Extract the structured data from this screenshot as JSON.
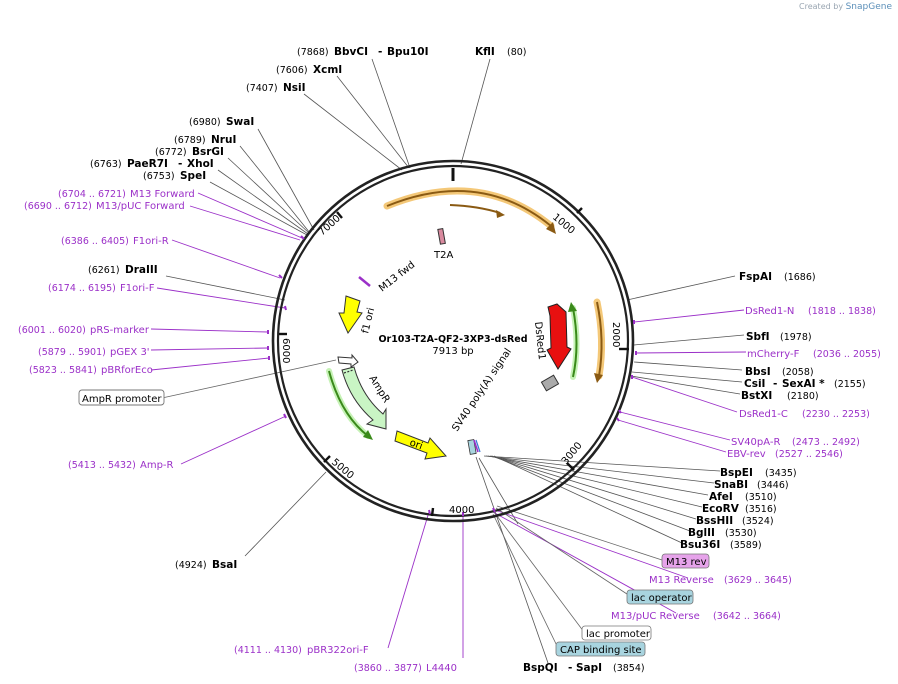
{
  "credit": {
    "prefix": "Created by",
    "brand": "SnapGene"
  },
  "map": {
    "name": "Or103-T2A-QF2-3XP3-dsRed",
    "length_label": "7913 bp"
  },
  "ticks": [
    "1000",
    "2000",
    "3000",
    "4000",
    "5000",
    "6000",
    "7000"
  ],
  "top_sites": [
    {
      "pos": "(7868)",
      "name": "BbvCI",
      "name2": "Bpu10I"
    },
    {
      "pos": "(80)",
      "name": "KflI"
    },
    {
      "pos": "(7606)",
      "name": "XcmI"
    },
    {
      "pos": "(7407)",
      "name": "NsiI"
    },
    {
      "pos": "(6980)",
      "name": "SwaI"
    },
    {
      "pos": "(6789)",
      "name": "NruI"
    },
    {
      "pos": "(6772)",
      "name": "BsrGI"
    },
    {
      "pos": "(6763)",
      "name": "PaeR7I",
      "name2": "XhoI"
    },
    {
      "pos": "(6753)",
      "name": "SpeI"
    },
    {
      "pos": "(6261)",
      "name": "DraIII"
    },
    {
      "pos": "(4924)",
      "name": "BsaI"
    }
  ],
  "right_sites": [
    {
      "pos": "(1686)",
      "name": "FspAI"
    },
    {
      "pos": "(1978)",
      "name": "SbfI"
    },
    {
      "pos": "(2058)",
      "name": "BbsI"
    },
    {
      "pos": "(2155)",
      "name": "CsiI",
      "name2": "SexAI *"
    },
    {
      "pos": "(2180)",
      "name": "BstXI"
    },
    {
      "pos": "(3435)",
      "name": "BspEI"
    },
    {
      "pos": "(3446)",
      "name": "SnaBI"
    },
    {
      "pos": "(3510)",
      "name": "AfeI"
    },
    {
      "pos": "(3516)",
      "name": "EcoRV"
    },
    {
      "pos": "(3524)",
      "name": "BssHII"
    },
    {
      "pos": "(3530)",
      "name": "BglII"
    },
    {
      "pos": "(3589)",
      "name": "Bsu36I"
    },
    {
      "pos": "(3854)",
      "name": "BspQI",
      "name2": "SapI"
    }
  ],
  "primers": [
    {
      "pos": "(6704 .. 6721)",
      "name": "M13 Forward"
    },
    {
      "pos": "(6690 .. 6712)",
      "name": "M13/pUC Forward"
    },
    {
      "pos": "(6386 .. 6405)",
      "name": "F1ori-R"
    },
    {
      "pos": "(6174 .. 6195)",
      "name": "F1ori-F"
    },
    {
      "pos": "(6001 .. 6020)",
      "name": "pRS-marker"
    },
    {
      "pos": "(5879 .. 5901)",
      "name": "pGEX 3'"
    },
    {
      "pos": "(5823 .. 5841)",
      "name": "pBRforEco"
    },
    {
      "pos": "(5413 .. 5432)",
      "name": "Amp-R"
    },
    {
      "pos": "(4111 .. 4130)",
      "name": "pBR322ori-F"
    },
    {
      "pos": "(3860 .. 3877)",
      "name": "L4440"
    },
    {
      "pos": "(1818 .. 1838)",
      "name": "DsRed1-N"
    },
    {
      "pos": "(2036 .. 2055)",
      "name": "mCherry-F"
    },
    {
      "pos": "(2230 .. 2253)",
      "name": "DsRed1-C"
    },
    {
      "pos": "(2473 .. 2492)",
      "name": "SV40pA-R"
    },
    {
      "pos": "(2527 .. 2546)",
      "name": "EBV-rev"
    },
    {
      "pos": "(3629 .. 3645)",
      "name": "M13 Reverse"
    },
    {
      "pos": "(3642 .. 3664)",
      "name": "M13/pUC Reverse"
    }
  ],
  "boxed_features": {
    "ampr_promoter": "AmpR promoter",
    "m13_rev": "M13 rev",
    "lac_operator": "lac operator",
    "lac_promoter": "lac promoter",
    "cap_site": "CAP binding site"
  },
  "inner_features": {
    "t2a": "T2A",
    "m13_fwd": "M13 fwd",
    "f1_ori": "f1 ori",
    "ampr": "AmpR",
    "ori": "ori",
    "sv40": "SV40 poly(A) signal",
    "dsred": "DsRed1"
  },
  "colors": {
    "backbone": "#222222",
    "primer": "#9b30c8",
    "cds_orange": "#e3a63a",
    "cds_brown": "#8a5a13",
    "green": "#3a8a1a",
    "dsred": "#e81010",
    "ori_yellow": "#ffff00",
    "ampr_green": "#c9f5c4",
    "lac_box": "#a8d4df",
    "m13rev_box": "#e6a3ea"
  }
}
